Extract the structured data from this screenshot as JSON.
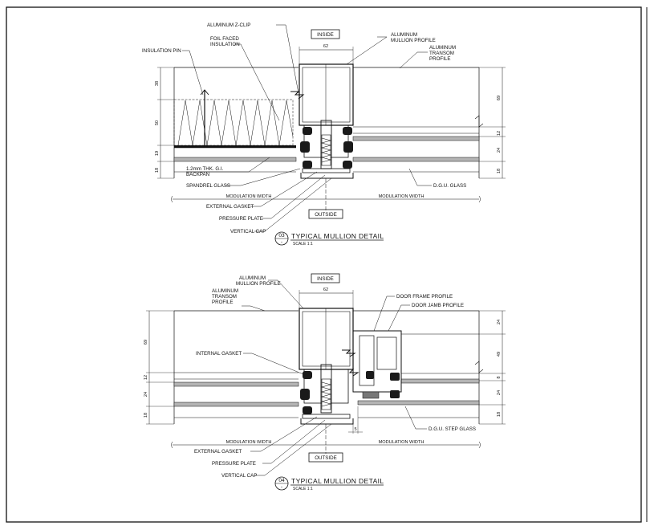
{
  "detail_top": {
    "inside_label": "INSIDE",
    "outside_label": "OUTSIDE",
    "width_dim": "62",
    "labels": {
      "z_clip": "ALUMINUM Z-CLIP",
      "foil_1": "FOIL FACED",
      "foil_2": "INSULATION",
      "insulation_pin": "INSULATION PIN",
      "mullion_1": "ALUMINUM",
      "mullion_2": "MULLION PROFILE",
      "transom_1": "ALUMINUM",
      "transom_2": "TRANSOM",
      "transom_3": "PROFILE",
      "backpan_1": "1.2mm THK. G.I.",
      "backpan_2": "BACKPAN",
      "spandrel": "SPANDREL GLASS",
      "dgu": "D.G.U. GLASS",
      "ext_gasket": "EXTERNAL GASKET",
      "pressure_plate": "PRESSURE PLATE",
      "vertical_cap": "VERTICAL CAP",
      "mod_left": "MODULATION WIDTH",
      "mod_right": "MODULATION WIDTH"
    },
    "dims_left": [
      "38",
      "50",
      "19",
      "18"
    ],
    "dims_right": [
      "69",
      "12",
      "24",
      "18"
    ],
    "title": {
      "number": "03",
      "sheet": "-",
      "text": "TYPICAL MULLION DETAIL",
      "scale": "SCALE 1:1"
    }
  },
  "detail_bottom": {
    "inside_label": "INSIDE",
    "outside_label": "OUTSIDE",
    "width_dim": "62",
    "labels": {
      "mullion_1": "ALUMINUM",
      "mullion_2": "MULLION PROFILE",
      "transom_1": "ALUMINUM",
      "transom_2": "TRANSOM",
      "transom_3": "PROFILE",
      "door_frame": "DOOR FRAME PROFILE",
      "door_jamb": "DOOR JAMB PROFILE",
      "internal_gasket": "INTERNAL GASKET",
      "dgu_step": "D.G.U. STEP GLASS",
      "ext_gasket": "EXTERNAL GASKET",
      "pressure_plate": "PRESSURE PLATE",
      "vertical_cap": "VERTICAL CAP",
      "mod_left": "MODULATION WIDTH",
      "mod_right": "MODULATION WIDTH",
      "small_dim": "5"
    },
    "dims_left": [
      "69",
      "12",
      "24",
      "18"
    ],
    "dims_right": [
      "24",
      "49",
      "8",
      "24",
      "18"
    ],
    "title": {
      "number": "04",
      "sheet": "-",
      "text": "TYPICAL MULLION DETAIL",
      "scale": "SCALE 1:1"
    }
  },
  "colors": {
    "line": "#111111",
    "glass": "#b4b4b4",
    "gasket": "#1a1a1a",
    "paper": "#ffffff"
  }
}
